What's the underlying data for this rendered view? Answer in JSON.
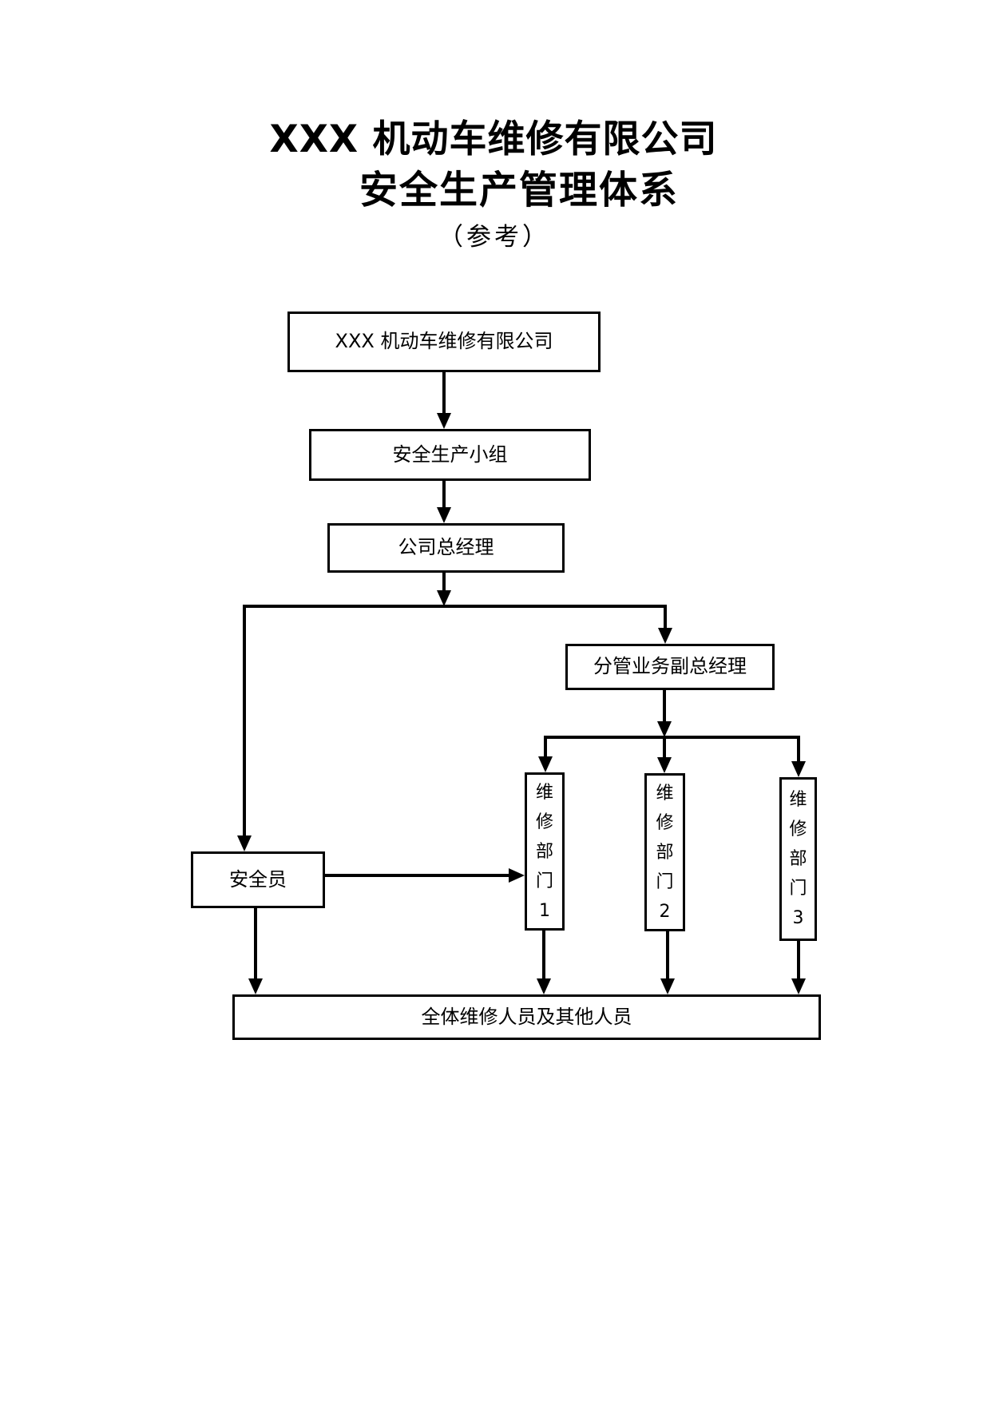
{
  "diagram": {
    "title_line1": "XXX 机动车维修有限公司",
    "title_line2": "安全生产管理体系",
    "subtitle": "（参考）",
    "nodes": {
      "company": {
        "label": "XXX 机动车维修有限公司"
      },
      "safety_team": {
        "label": "安全生产小组"
      },
      "general_manager": {
        "label": "公司总经理"
      },
      "deputy_manager": {
        "label": "分管业务副总经理"
      },
      "safety_officer": {
        "label": "安全员"
      },
      "dept1": {
        "label": "维修部门1"
      },
      "dept2": {
        "label": "维修部门2"
      },
      "dept3": {
        "label": "维修部门3"
      },
      "all_staff": {
        "label": "全体维修人员及其他人员"
      }
    },
    "edges": [
      {
        "from": "company",
        "to": "safety_team"
      },
      {
        "from": "safety_team",
        "to": "general_manager"
      },
      {
        "from": "general_manager",
        "to": "safety_officer"
      },
      {
        "from": "general_manager",
        "to": "deputy_manager"
      },
      {
        "from": "deputy_manager",
        "to": "dept1"
      },
      {
        "from": "deputy_manager",
        "to": "dept2"
      },
      {
        "from": "deputy_manager",
        "to": "dept3"
      },
      {
        "from": "safety_officer",
        "to": "dept1"
      },
      {
        "from": "safety_officer",
        "to": "all_staff"
      },
      {
        "from": "dept1",
        "to": "all_staff"
      },
      {
        "from": "dept2",
        "to": "all_staff"
      },
      {
        "from": "dept3",
        "to": "all_staff"
      }
    ],
    "colors": {
      "background": "#ffffff",
      "line": "#000000",
      "box_fill": "#ffffff",
      "text": "#000000"
    }
  }
}
